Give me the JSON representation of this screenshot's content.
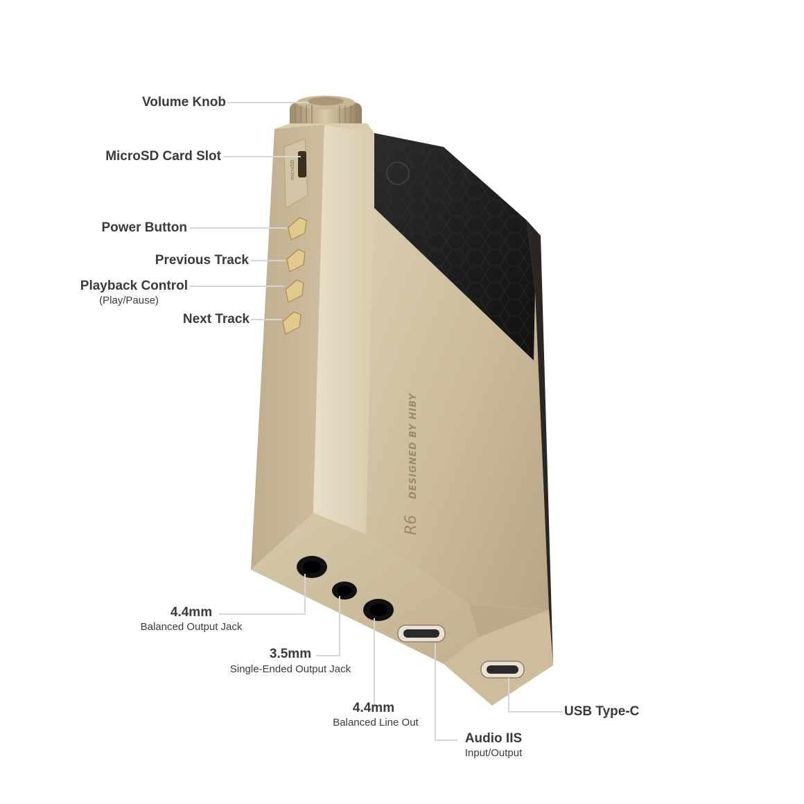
{
  "device": {
    "brand_text": "DESIGNED BY HIBY",
    "model_text": "R6"
  },
  "callouts": [
    {
      "id": "volume-knob",
      "title": "Volume Knob",
      "subtitle": ""
    },
    {
      "id": "microsd-card-slot",
      "title": "MicroSD Card Slot",
      "subtitle": ""
    },
    {
      "id": "power-button",
      "title": "Power Button",
      "subtitle": ""
    },
    {
      "id": "previous-track",
      "title": "Previous Track",
      "subtitle": ""
    },
    {
      "id": "playback-control",
      "title": "Playback Control",
      "subtitle": "(Play/Pause)"
    },
    {
      "id": "next-track",
      "title": "Next Track",
      "subtitle": ""
    },
    {
      "id": "balanced-output-jack",
      "title": "4.4mm",
      "subtitle": "Balanced Output Jack"
    },
    {
      "id": "single-ended-output-jack",
      "title": "3.5mm",
      "subtitle": "Single-Ended Output Jack"
    },
    {
      "id": "balanced-line-out",
      "title": "4.4mm",
      "subtitle": "Balanced Line Out"
    },
    {
      "id": "audio-iis",
      "title": "Audio IIS",
      "subtitle": "Input/Output"
    },
    {
      "id": "usb-type-c",
      "title": "USB Type-C",
      "subtitle": ""
    }
  ],
  "colors": {
    "body_gold": "#c8b898",
    "body_light": "#ddd0b4",
    "body_shadow": "#a8977a",
    "glass": "#1b1b1b",
    "leader_line": "#d6d6d6",
    "label_text": "#3a3a3a"
  }
}
